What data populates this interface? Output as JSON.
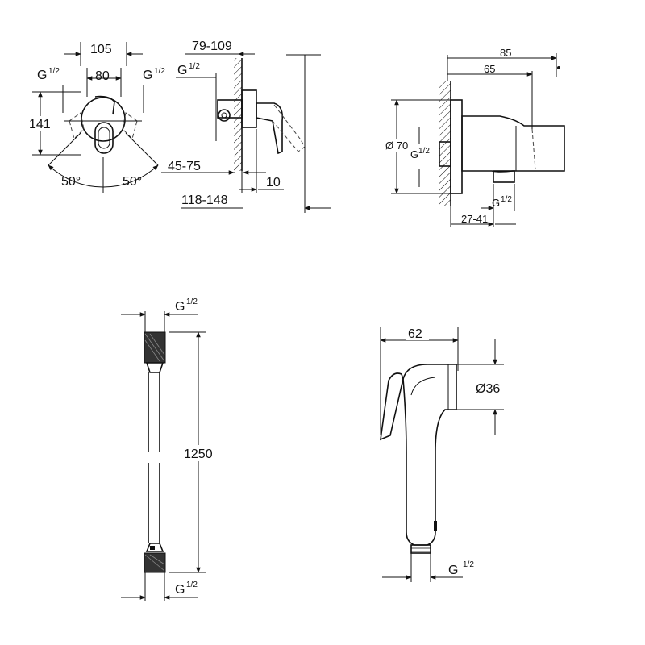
{
  "mixer_front": {
    "width_outer": "105",
    "width_inner": "80",
    "height": "141",
    "angle_left": "50°",
    "angle_right": "50°",
    "thread_left": "G",
    "thread_left_frac": "1/2",
    "thread_right": "G",
    "thread_right_frac": "1/2"
  },
  "mixer_side": {
    "depth_range": "79-109",
    "wall_range": "45-75",
    "offset": "10",
    "total_range": "118-148",
    "thread": "G",
    "thread_frac": "1/2"
  },
  "wall_elbow": {
    "length_total": "85",
    "length_body": "65",
    "diameter": "Ø 70",
    "thread_inlet": "G",
    "thread_inlet_frac": "1/2",
    "thread_outlet": "G",
    "thread_outlet_frac": "1/2",
    "inlet_range": "27-41"
  },
  "hose": {
    "length": "1250",
    "thread_top": "G",
    "thread_top_frac": "1/2",
    "thread_bottom": "G",
    "thread_bottom_frac": "1/2"
  },
  "hand_shower": {
    "length": "62",
    "diameter": "Ø36",
    "thread": "G",
    "thread_frac": "1/2"
  }
}
